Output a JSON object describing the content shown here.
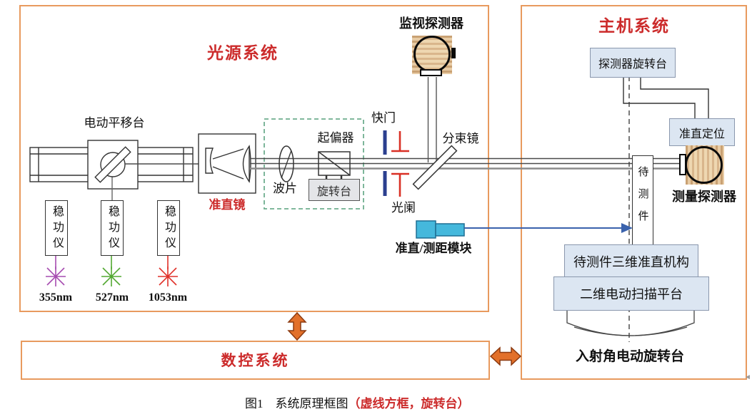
{
  "figure": {
    "caption_prefix": "图1　系统原理框图",
    "caption_highlight": "（虚线方框，旋转台）"
  },
  "light_source_system": {
    "title": "光源系统",
    "translation_stage_label": "电动平移台",
    "collimator_label": "准直镜",
    "waveplate_label": "波片",
    "polarizer_label": "起偏器",
    "rotation_stage_label": "旋转台",
    "shutter_label": "快门",
    "aperture_label": "光阑",
    "beam_splitter_label": "分束镜",
    "monitor_detector_label": "监视探测器",
    "collimation_ranging_module_label": "准直/测距模块",
    "stabilizers": [
      {
        "label": "稳功仪",
        "wavelength": "355nm",
        "star_color": "#a64cb0"
      },
      {
        "label": "稳功仪",
        "wavelength": "527nm",
        "star_color": "#53a832"
      },
      {
        "label": "稳功仪",
        "wavelength": "1053nm",
        "star_color": "#e0312a"
      }
    ]
  },
  "host_system": {
    "title": "主机系统",
    "detector_rotation_stage_label": "探测器旋转台",
    "collimation_positioning_label": "准直定位",
    "measurement_detector_label": "测量探测器",
    "dut_label": "待测件",
    "dut_3d_alignment_label": "待测件三维准直机构",
    "scan_platform_label": "二维电动扫描平台",
    "incident_angle_rotation_label": "入射角电动旋转台"
  },
  "control_system": {
    "title": "数控系统"
  },
  "colors": {
    "frame_orange": "#e89a5e",
    "accent_red": "#cc2b2b",
    "box_blue_fill": "#dce6f2",
    "shutter_blue": "#2b3f8f",
    "aperture_red": "#d93025",
    "module_cyan": "#45b8dc",
    "arrow_orange": "#e2702a",
    "dashed_group_green": "#6fae8f",
    "beam_blue": "#3a62ac",
    "detector_tan": "#d9b68c"
  }
}
